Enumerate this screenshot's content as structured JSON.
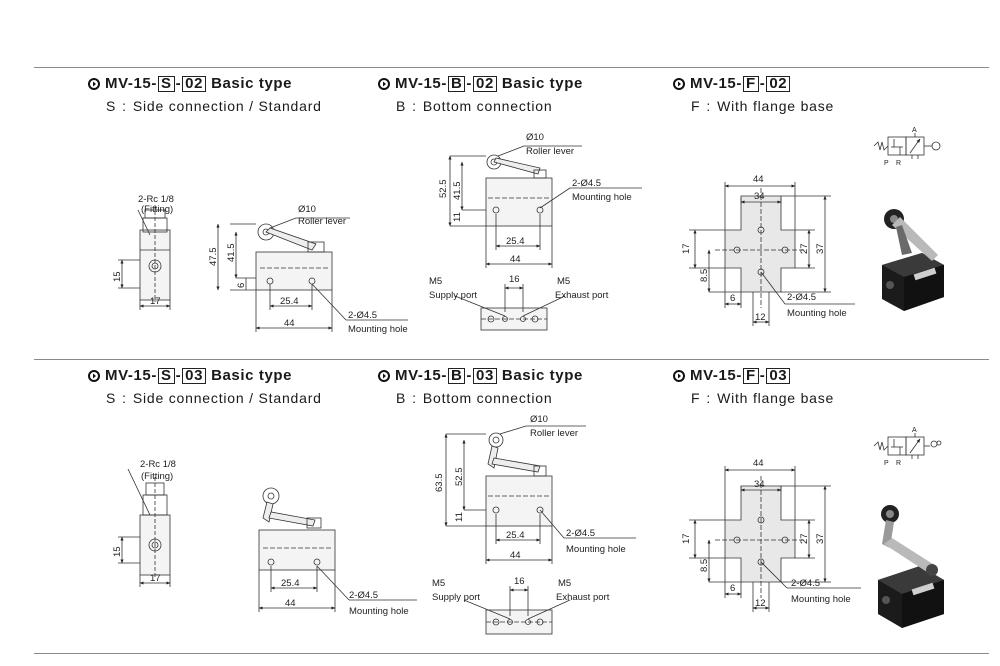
{
  "rows": [
    {
      "sections": [
        {
          "prefix": "MV-15-",
          "code": "S",
          "dash": "-",
          "port": "02",
          "title": "Basic type",
          "sub_letter": "S",
          "sub_sep": ":",
          "sub_text": "Side connection / Standard",
          "side_labels": {
            "fitting_a": "2-Rc 1/8",
            "fitting_b": "(Fitting)",
            "dim_h": "15",
            "dim_w": "17"
          },
          "front_labels": {
            "roller_a": "Ø10",
            "roller_b": "Roller lever",
            "h_total": "47.5",
            "h_mid": "41.5",
            "h_low": "6",
            "pitch": "25.4",
            "width": "44",
            "hole_a": "2-Ø4.5",
            "hole_b": "Mounting hole"
          }
        },
        {
          "prefix": "MV-15-",
          "code": "B",
          "dash": "-",
          "port": "02",
          "title": "Basic type",
          "sub_letter": "B",
          "sub_sep": ":",
          "sub_text": "Bottom connection",
          "top_labels": {
            "roller_a": "Ø10",
            "roller_b": "Roller lever",
            "h_total": "52.5",
            "h_mid": "41.5",
            "h_low": "11",
            "hole_a": "2-Ø4.5",
            "hole_b": "Mounting hole",
            "pitch": "25.4",
            "width": "44"
          },
          "bottom_labels": {
            "m5_left": "M5",
            "supply": "Supply port",
            "gap": "16",
            "m5_right": "M5",
            "exhaust": "Exhaust port"
          }
        },
        {
          "prefix": "MV-15-",
          "code": "F",
          "dash": "-",
          "port": "02",
          "title": "",
          "sub_letter": "F",
          "sub_sep": ":",
          "sub_text": "With flange base",
          "flange_labels": {
            "w_outer": "44",
            "w_inner": "34",
            "h_left_a": "17",
            "h_left_b": "8.5",
            "h_right_a": "27",
            "h_right_b": "37",
            "foot_a": "6",
            "foot_b": "12",
            "hole_a": "2-Ø4.5",
            "hole_b": "Mounting hole"
          },
          "symbol_labels": {
            "a": "A",
            "p": "P",
            "r": "R"
          }
        }
      ]
    },
    {
      "sections": [
        {
          "prefix": "MV-15-",
          "code": "S",
          "dash": "-",
          "port": "03",
          "title": "Basic type",
          "sub_letter": "S",
          "sub_sep": ":",
          "sub_text": "Side connection / Standard",
          "side_labels": {
            "fitting_a": "2-Rc 1/8",
            "fitting_b": "(Fitting)",
            "dim_h": "15",
            "dim_w": "17"
          },
          "front_labels": {
            "pitch": "25.4",
            "width": "44",
            "hole_a": "2-Ø4.5",
            "hole_b": "Mounting hole"
          }
        },
        {
          "prefix": "MV-15-",
          "code": "B",
          "dash": "-",
          "port": "03",
          "title": "Basic type",
          "sub_letter": "B",
          "sub_sep": ":",
          "sub_text": "Bottom connection",
          "top_labels": {
            "roller_a": "Ø10",
            "roller_b": "Roller lever",
            "h_total": "63.5",
            "h_mid": "52.5",
            "h_low": "11",
            "hole_a": "2-Ø4.5",
            "hole_b": "Mounting hole",
            "pitch": "25.4",
            "width": "44"
          },
          "bottom_labels": {
            "m5_left": "M5",
            "supply": "Supply port",
            "gap": "16",
            "m5_right": "M5",
            "exhaust": "Exhaust port"
          }
        },
        {
          "prefix": "MV-15-",
          "code": "F",
          "dash": "-",
          "port": "03",
          "title": "",
          "sub_letter": "F",
          "sub_sep": ":",
          "sub_text": "With flange base",
          "flange_labels": {
            "w_outer": "44",
            "w_inner": "34",
            "h_left_a": "17",
            "h_left_b": "8.5",
            "h_right_a": "27",
            "h_right_b": "37",
            "foot_a": "6",
            "foot_b": "12",
            "hole_a": "2-Ø4.5",
            "hole_b": "Mounting hole"
          },
          "symbol_labels": {
            "a": "A",
            "p": "P",
            "r": "R"
          }
        }
      ]
    }
  ]
}
